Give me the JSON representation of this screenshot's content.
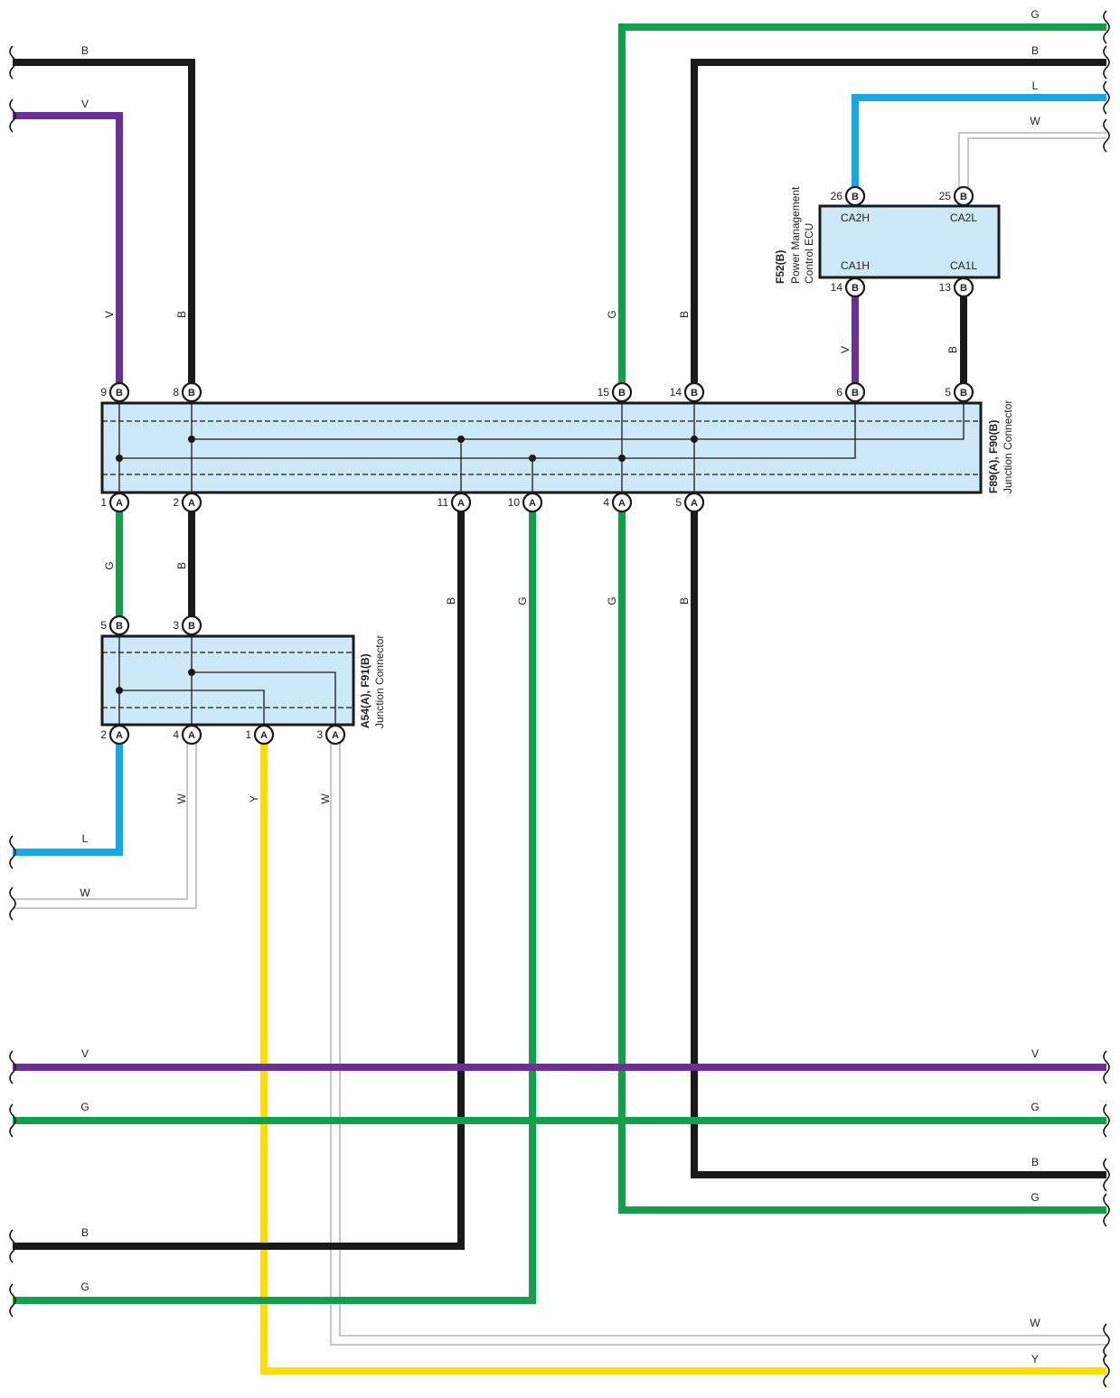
{
  "wire_colors": {
    "B": "#1a1a1a",
    "V": "#6b2f95",
    "G": "#12a14b",
    "L": "#12aae6",
    "W": "#c8c8c8",
    "Y": "#ffdd00"
  },
  "connector_fill": "#cde9f7",
  "connectors": {
    "main": {
      "id": "F89(A), F90(B)",
      "desc": "Junction Connector"
    },
    "lower": {
      "id": "A54(A), F91(B)",
      "desc": "Junction Connector"
    },
    "ecu": {
      "id": "F52(B)",
      "desc1": "Power Management",
      "desc2": "Control ECU",
      "signals": [
        "CA2H",
        "CA2L",
        "CA1H",
        "CA1L"
      ]
    }
  },
  "pins": [
    {
      "num": "9",
      "letter": "B"
    },
    {
      "num": "8",
      "letter": "B"
    },
    {
      "num": "15",
      "letter": "B"
    },
    {
      "num": "14",
      "letter": "B"
    },
    {
      "num": "6",
      "letter": "B"
    },
    {
      "num": "5",
      "letter": "B"
    },
    {
      "num": "1",
      "letter": "A"
    },
    {
      "num": "2",
      "letter": "A"
    },
    {
      "num": "11",
      "letter": "A"
    },
    {
      "num": "10",
      "letter": "A"
    },
    {
      "num": "4",
      "letter": "A"
    },
    {
      "num": "5",
      "letter": "A"
    },
    {
      "num": "5",
      "letter": "B"
    },
    {
      "num": "3",
      "letter": "B"
    },
    {
      "num": "2",
      "letter": "A"
    },
    {
      "num": "4",
      "letter": "A"
    },
    {
      "num": "1",
      "letter": "A"
    },
    {
      "num": "3",
      "letter": "A"
    },
    {
      "num": "26",
      "letter": "B"
    },
    {
      "num": "25",
      "letter": "B"
    },
    {
      "num": "14",
      "letter": "B"
    },
    {
      "num": "13",
      "letter": "B"
    }
  ],
  "wires": [
    {
      "color": "G",
      "labels": [
        "G",
        "G"
      ]
    },
    {
      "color": "B",
      "labels": [
        "B",
        "B"
      ]
    },
    {
      "color": "L",
      "labels": [
        "L"
      ]
    },
    {
      "color": "W",
      "labels": [
        "W"
      ]
    },
    {
      "color": "B",
      "labels": [
        "B",
        "B"
      ]
    },
    {
      "color": "V",
      "labels": [
        "V",
        "V"
      ]
    },
    {
      "color": "V",
      "labels": [
        "V"
      ]
    },
    {
      "color": "B",
      "labels": [
        "B"
      ]
    },
    {
      "color": "G",
      "labels": [
        "G"
      ]
    },
    {
      "color": "B",
      "labels": [
        "B"
      ]
    },
    {
      "color": "L",
      "labels": [
        "L"
      ]
    },
    {
      "color": "W",
      "labels": [
        "W",
        "W"
      ]
    },
    {
      "color": "Y",
      "labels": [
        "Y",
        "Y"
      ]
    },
    {
      "color": "W",
      "labels": [
        "W",
        "W"
      ]
    },
    {
      "color": "B",
      "labels": [
        "B",
        "B"
      ]
    },
    {
      "color": "G",
      "labels": [
        "G",
        "G"
      ]
    },
    {
      "color": "G",
      "labels": [
        "G",
        "G"
      ]
    },
    {
      "color": "B",
      "labels": [
        "B",
        "B"
      ]
    },
    {
      "color": "V",
      "labels": [
        "V",
        "V"
      ]
    },
    {
      "color": "G",
      "labels": [
        "G",
        "G"
      ]
    }
  ]
}
